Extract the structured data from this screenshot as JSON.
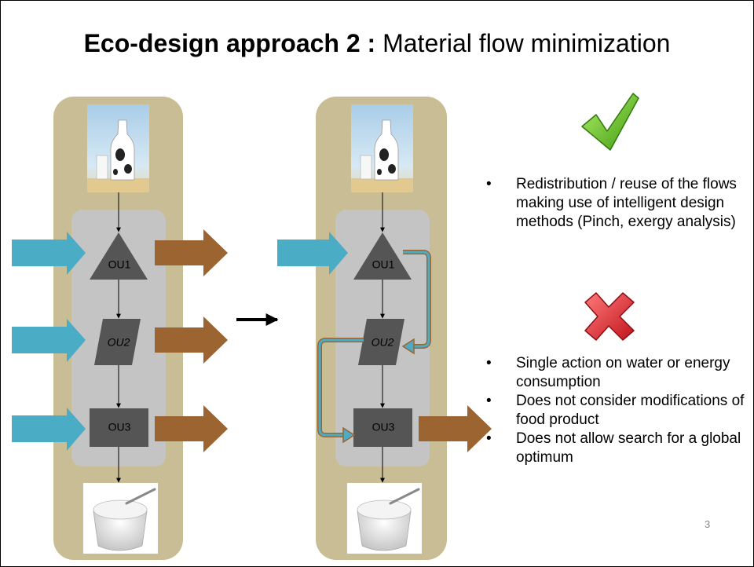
{
  "slide": {
    "title_bold": "Eco-design approach 2 :",
    "title_rest": "Material flow minimization",
    "page_number": "3"
  },
  "diagram": {
    "left": {
      "units": [
        "OU1",
        "OU2",
        "OU3"
      ]
    },
    "right": {
      "units": [
        "OU1",
        "OU2",
        "OU3"
      ]
    }
  },
  "pros": {
    "icon": "checkmark-icon",
    "bullets": [
      "Redistribution / reuse of the flows making use of intelligent design methods (Pinch, exergy analysis)"
    ]
  },
  "cons": {
    "icon": "red-cross-icon",
    "bullets": [
      "Single action on water or energy consumption",
      "Does not consider modifications of food product",
      "Does not allow search for a global optimum"
    ]
  },
  "colors": {
    "outer_panel": "#c8bd94",
    "inner_panel": "#c4c4c4",
    "unit": "#555555",
    "input_arrow": "#4bacc6",
    "output_arrow": "#9b6430",
    "check": "#5ab51e",
    "cross": "#d8262c"
  }
}
